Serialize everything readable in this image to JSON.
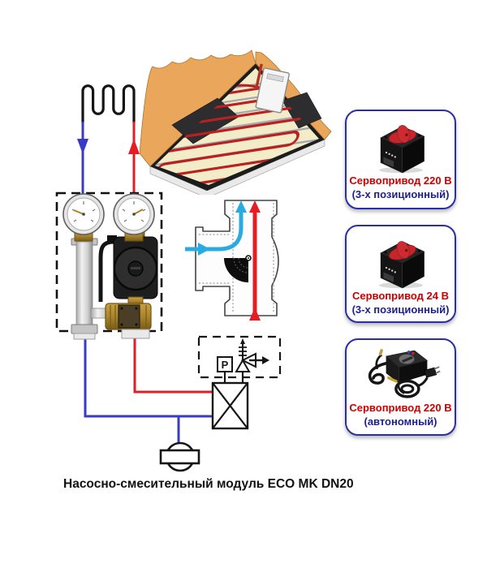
{
  "caption": "Насосно-смесительный модуль ECO MK DN20",
  "schematic": {
    "pressure_sensor_label": "P"
  },
  "servo_options": [
    {
      "name": "Сервопривод 220 В",
      "type": "(3-х позиционный)"
    },
    {
      "name": "Сервопривод 24 В",
      "type": "(3-х позиционный)"
    },
    {
      "name": "Сервопривод 220 В",
      "type": "(автономный)"
    }
  ],
  "colors": {
    "label_primary_red": "#cc0000",
    "label_secondary_navy": "#1e1e8f",
    "option_border_blue": "#2a2ea8",
    "pipe_hot_red": "#e51c23",
    "pipe_cold_blue": "#3a3ac8",
    "valve_flow_cyan": "#29abe2",
    "floor_surface_cream": "#f3ecc9",
    "wall_tan": "#eaa75c",
    "caption_text": "#111111"
  }
}
